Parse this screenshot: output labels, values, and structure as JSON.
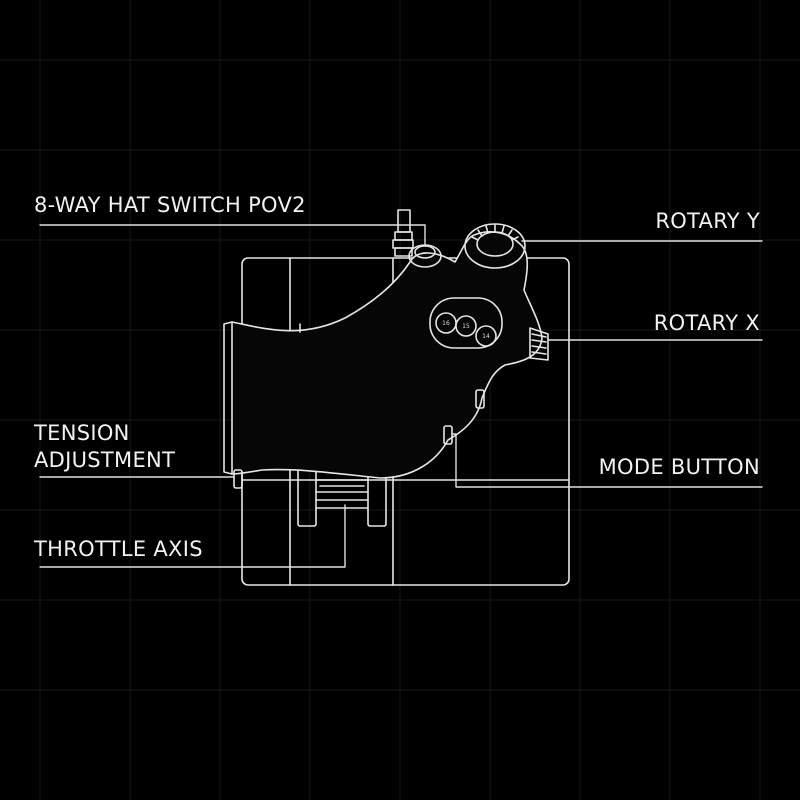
{
  "colors": {
    "background": "#000000",
    "lines": "#e8e8e8",
    "grid": "#1a1a1a",
    "device": "#0a0a0a"
  },
  "labels": {
    "hat_switch": "8-WAY HAT SWITCH POV2",
    "rotary_y": "ROTARY Y",
    "rotary_x": "ROTARY X",
    "tension_line1": "TENSION",
    "tension_line2": "ADJUSTMENT",
    "mode_button": "MODE BUTTON",
    "throttle_axis": "THROTTLE AXIS"
  },
  "buttons": {
    "left": "16",
    "middle": "15",
    "right": "14"
  }
}
